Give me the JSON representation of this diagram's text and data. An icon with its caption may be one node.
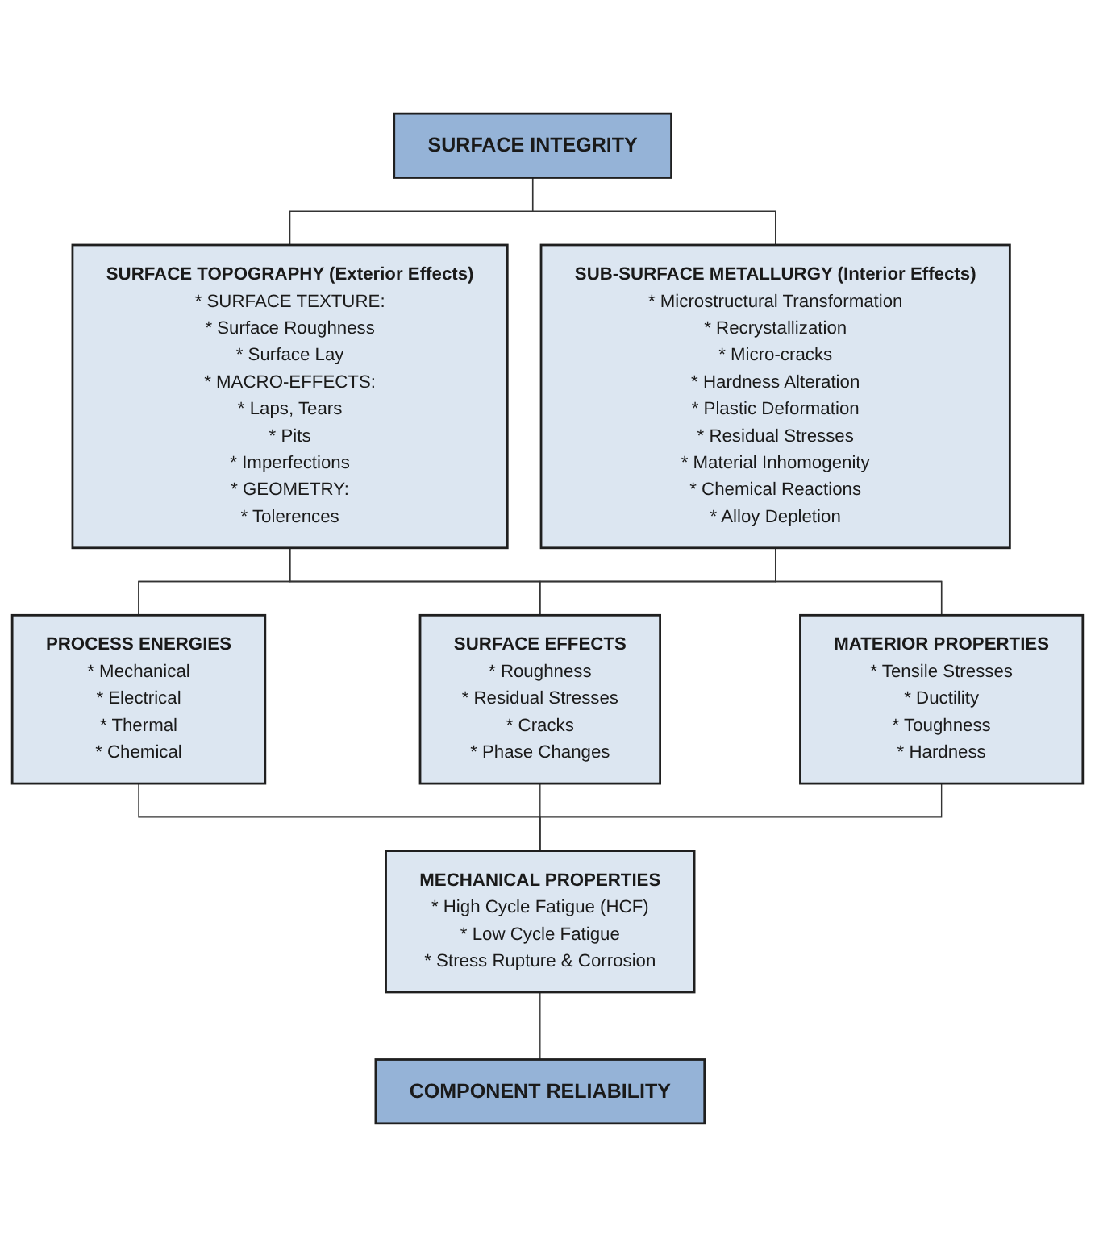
{
  "diagram": {
    "nodes": [
      {
        "text": [
          "SURFACE INTEGRITY"
        ]
      },
      {
        "text": [
          "SURFACE TOPOGRAPHY (Exterior Effects)",
          "* SURFACE TEXTURE:",
          "* Surface Roughness",
          "* Surface Lay",
          "* MACRO-EFFECTS:",
          "* Laps, Tears",
          "* Pits",
          "* Imperfections",
          "* GEOMETRY:",
          "* Tolerences"
        ]
      },
      {
        "text": [
          "SUB-SURFACE METALLURGY (Interior Effects)",
          "* Microstructural Transformation",
          "* Recrystallization",
          "* Micro-cracks",
          "* Hardness Alteration",
          "* Plastic Deformation",
          "* Residual Stresses",
          "* Material Inhomogenity",
          "* Chemical Reactions",
          "* Alloy Depletion"
        ]
      },
      {
        "text": [
          "PROCESS ENERGIES",
          "* Mechanical",
          "* Electrical",
          "* Thermal",
          "* Chemical"
        ]
      },
      {
        "text": [
          "SURFACE EFFECTS",
          "* Roughness",
          "* Residual Stresses",
          "* Cracks",
          "* Phase Changes"
        ]
      },
      {
        "text": [
          "MATERIOR PROPERTIES",
          "* Tensile Stresses",
          "* Ductility",
          "* Toughness",
          "* Hardness"
        ]
      },
      {
        "text": [
          "MECHANICAL PROPERTIES",
          "* High Cycle Fatigue (HCF)",
          "* Low Cycle Fatigue",
          "* Stress Rupture & Corrosion"
        ]
      },
      {
        "text": [
          "COMPONENT RELIABILITY"
        ]
      }
    ],
    "edges": [
      {
        "from": 0,
        "to": 1,
        "arrow": "none"
      },
      {
        "from": 0,
        "to": 2,
        "arrow": "none"
      },
      {
        "from": 1,
        "to": 3,
        "arrow": "none"
      },
      {
        "from": 1,
        "to": 4,
        "arrow": "none"
      },
      {
        "from": 1,
        "to": 5,
        "arrow": "none"
      },
      {
        "from": 2,
        "to": 3,
        "arrow": "none"
      },
      {
        "from": 2,
        "to": 4,
        "arrow": "none"
      },
      {
        "from": 2,
        "to": 5,
        "arrow": "none"
      },
      {
        "from": 3,
        "to": 6,
        "arrow": "none"
      },
      {
        "from": 4,
        "to": 6,
        "arrow": "none"
      },
      {
        "from": 5,
        "to": 6,
        "arrow": "none"
      },
      {
        "from": 6,
        "to": 7,
        "arrow": "none"
      }
    ]
  }
}
